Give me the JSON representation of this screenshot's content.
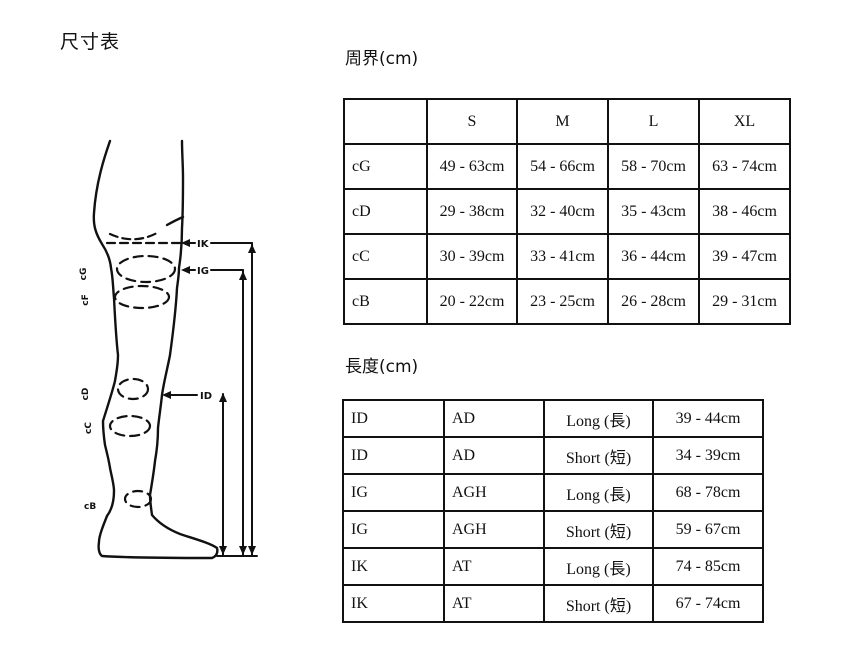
{
  "page": {
    "title": "尺寸表"
  },
  "circumference": {
    "label": "周界(cm)",
    "headers": {
      "s": "S",
      "m": "M",
      "l": "L",
      "xl": "XL"
    },
    "rows": [
      {
        "label": "cG",
        "s": "49 - 63cm",
        "m": "54 - 66cm",
        "l": "58 - 70cm",
        "xl": "63 - 74cm"
      },
      {
        "label": "cD",
        "s": "29 - 38cm",
        "m": "32 - 40cm",
        "l": "35 - 43cm",
        "xl": "38 - 46cm"
      },
      {
        "label": "cC",
        "s": "30 - 39cm",
        "m": "33 - 41cm",
        "l": "36 - 44cm",
        "xl": "39 - 47cm"
      },
      {
        "label": "cB",
        "s": "20 - 22cm",
        "m": "23 - 25cm",
        "l": "26 - 28cm",
        "xl": "29 - 31cm"
      }
    ]
  },
  "length": {
    "label": "長度(cm)",
    "rows": [
      {
        "point": "ID",
        "code": "AD",
        "variant": "Long (長)",
        "range": "39 - 44cm"
      },
      {
        "point": "ID",
        "code": "AD",
        "variant": "Short (短)",
        "range": "34 - 39cm"
      },
      {
        "point": "IG",
        "code": "AGH",
        "variant": "Long (長)",
        "range": "68 - 78cm"
      },
      {
        "point": "IG",
        "code": "AGH",
        "variant": "Short (短)",
        "range": "59 - 67cm"
      },
      {
        "point": "IK",
        "code": "AT",
        "variant": "Long (長)",
        "range": "74 - 85cm"
      },
      {
        "point": "IK",
        "code": "AT",
        "variant": "Short (短)",
        "range": "67 - 74cm"
      }
    ]
  },
  "diagram": {
    "labels": {
      "ik": "IK",
      "ig": "IG",
      "id": "ID",
      "cg": "cG",
      "cf": "cF",
      "cd": "cD",
      "cc": "cC",
      "cb": "cB"
    }
  },
  "colors": {
    "ink": "#111111",
    "background": "#ffffff"
  }
}
